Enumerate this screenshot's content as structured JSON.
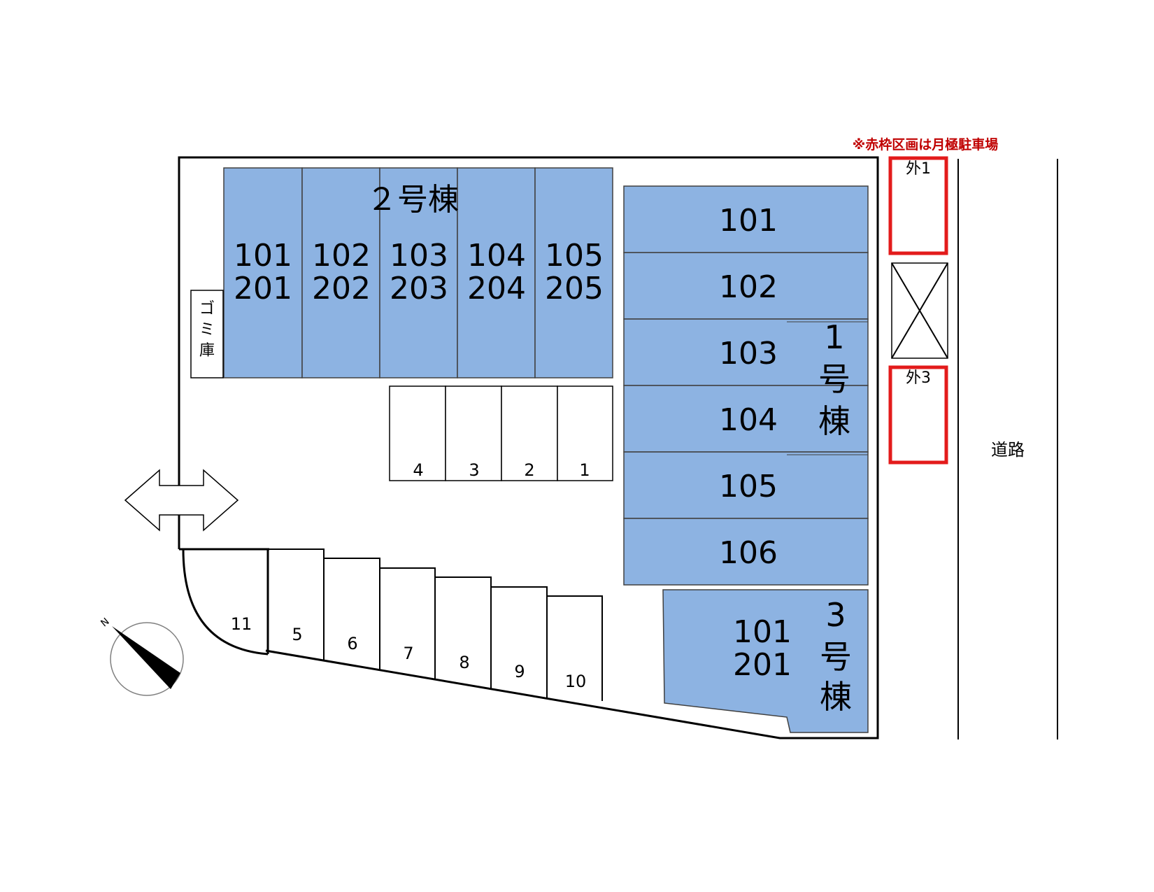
{
  "note": "※赤枠区画は月極駐車場",
  "road": "道路",
  "garbage_label": "ゴミ庫",
  "building2": {
    "title": "２号棟",
    "units": [
      {
        "top": "101",
        "bottom": "201"
      },
      {
        "top": "102",
        "bottom": "202"
      },
      {
        "top": "103",
        "bottom": "203"
      },
      {
        "top": "104",
        "bottom": "204"
      },
      {
        "top": "105",
        "bottom": "205"
      }
    ]
  },
  "building1": {
    "title_chars": [
      "1",
      "号",
      "棟"
    ],
    "units": [
      "101",
      "102",
      "103",
      "104",
      "105",
      "106"
    ]
  },
  "building3": {
    "title_chars": [
      "3",
      "号",
      "棟"
    ],
    "units": [
      "101",
      "201"
    ]
  },
  "parking_inner": [
    "4",
    "3",
    "2",
    "1"
  ],
  "parking_bottom": [
    "5",
    "6",
    "7",
    "8",
    "9",
    "10"
  ],
  "parking_curve": "11",
  "outside_spaces": [
    "外1",
    "外3"
  ],
  "compass_label": "N"
}
